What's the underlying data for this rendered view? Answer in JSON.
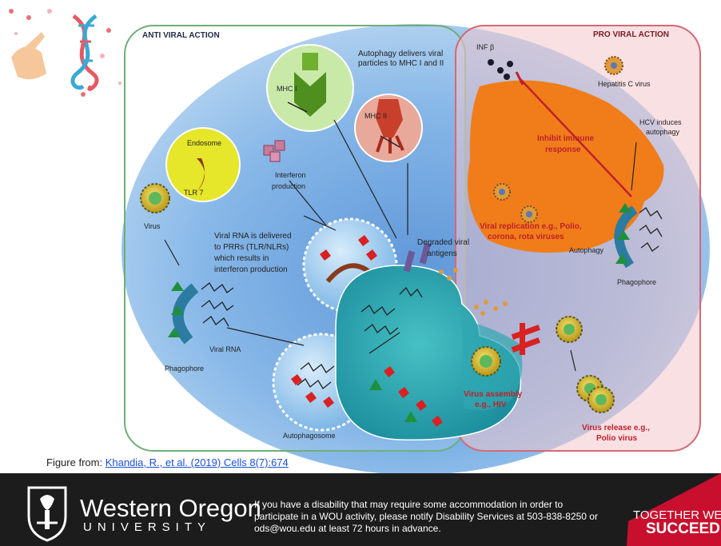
{
  "diagram": {
    "anti_title": "ANTI VIRAL ACTION",
    "pro_title": "PRO VIRAL ACTION",
    "mhc1": "MHC I",
    "mhc2": "MHC II",
    "autophagy_delivers_1": "Autophagy delivers viral",
    "autophagy_delivers_2": "particles to MHC I and II",
    "endosome": "Endosome",
    "tlr7": "TLR 7",
    "interferon_1": "Interferon",
    "interferon_2": "production",
    "virus": "Virus",
    "viral_rna_delivered_1": "Viral RNA is delivered",
    "viral_rna_delivered_2": "to PRRs (TLR/NLRs)",
    "viral_rna_delivered_3": "which results in",
    "viral_rna_delivered_4": "interferon production",
    "degraded_1": "Degraded viral",
    "degraded_2": "antigens",
    "viral_rna": "Viral RNA",
    "phagophore_left": "Phagophore",
    "autophagosome": "Autophagosome",
    "inf_beta": "INF β",
    "hepatitis_c": "Hepatitis C virus",
    "hcv_induces_1": "HCV induces",
    "hcv_induces_2": "autophagy",
    "inhibit_1": "Inhibit immune",
    "inhibit_2": "response",
    "viral_replication_1": "Viral replication e.g., Polio,",
    "viral_replication_2": "corona, rota viruses",
    "autophagy": "Autophagy",
    "phagophore_right": "Phagophore",
    "virus_assembly_1": "Virus assembly",
    "virus_assembly_2": "e.g., HIV",
    "virus_release_1": "Virus release e.g.,",
    "virus_release_2": "Polio virus"
  },
  "caption": {
    "prefix": "Figure from: ",
    "link": "Khandia, R., et al. (2019) Cells 8(7):674"
  },
  "footer": {
    "university_name": "Western Oregon",
    "university_sub": "UNIVERSITY",
    "notice": "If you have a disability that may require some accommodation in order to participate in a WOU activity, please notify Disability Services at 503-838-8250 or ods@wou.edu at least 72 hours in advance.",
    "tagline_1": "TOGETHER WE",
    "tagline_2": "SUCCEED"
  },
  "colors": {
    "anti_bg": "#7fb4e4",
    "pro_bg": "#f2c6cc",
    "cell": "#2fa7b0",
    "orange": "#f07d1a",
    "footer_bg": "#1c1c1c"
  }
}
